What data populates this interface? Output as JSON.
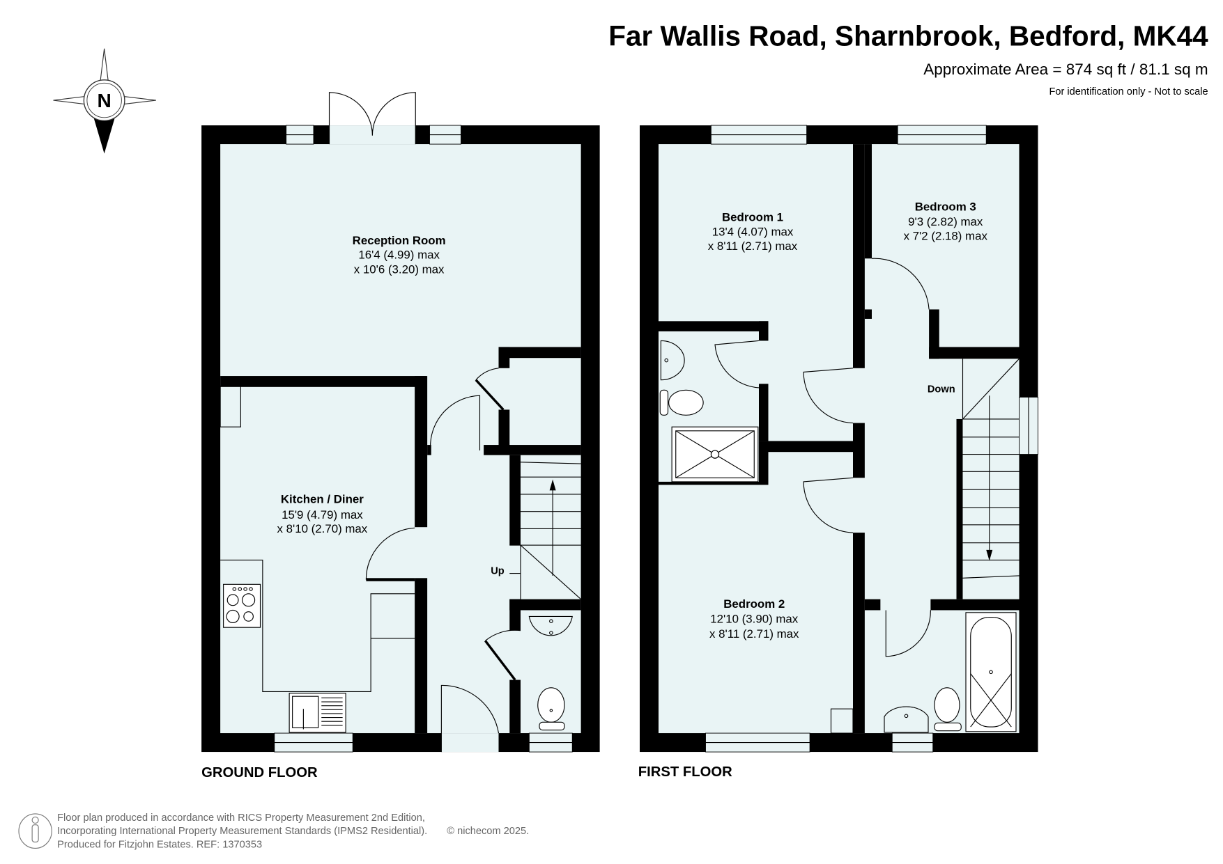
{
  "header": {
    "title": "Far Wallis Road, Sharnbrook, Bedford, MK44",
    "area": "Approximate Area = 874 sq ft / 81.1 sq m",
    "disclaimer": "For identification only - Not to scale"
  },
  "compass": {
    "letter": "N",
    "icon": "compass-icon"
  },
  "ground_floor": {
    "label": "GROUND FLOOR",
    "rooms": [
      {
        "name": "Reception Room",
        "dim1": "16'4 (4.99) max",
        "dim2": "x 10'6 (3.20) max"
      },
      {
        "name": "Kitchen / Diner",
        "dim1": "15'9 (4.79) max",
        "dim2": "x 8'10 (2.70) max"
      }
    ],
    "stairs_label": "Up"
  },
  "first_floor": {
    "label": "FIRST FLOOR",
    "rooms": [
      {
        "name": "Bedroom 1",
        "dim1": "13'4 (4.07) max",
        "dim2": "x 8'11 (2.71) max"
      },
      {
        "name": "Bedroom 3",
        "dim1": "9'3 (2.82) max",
        "dim2": "x 7'2 (2.18) max"
      },
      {
        "name": "Bedroom 2",
        "dim1": "12'10 (3.90) max",
        "dim2": "x 8'11 (2.71) max"
      }
    ],
    "stairs_label": "Down"
  },
  "footer": {
    "line1": "Floor plan produced in accordance with RICS Property Measurement 2nd Edition,",
    "line2": "Incorporating International Property Measurement Standards (IPMS2 Residential).",
    "copyright": "© nichecom 2025.",
    "line3": "Produced for Fitzjohn Estates.   REF: 1370353"
  },
  "colors": {
    "room_fill": "#e9f4f5",
    "wall": "#000000"
  }
}
